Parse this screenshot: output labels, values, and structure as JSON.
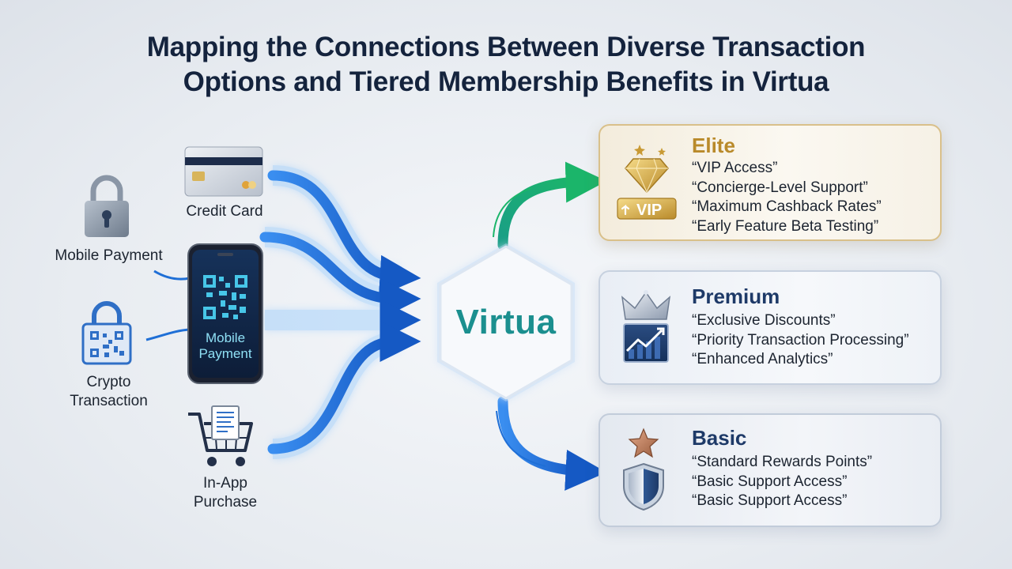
{
  "title": {
    "line1": "Mapping the Connections Between Diverse Transaction",
    "line2": "Options and Tiered Membership Benefits in Virtua"
  },
  "hub": {
    "label": "Virtua"
  },
  "sources": [
    {
      "id": "credit-card",
      "label": "Credit Card",
      "icon": "credit-card-icon"
    },
    {
      "id": "mobile-payment-lock",
      "label": "Mobile Payment",
      "icon": "padlock-icon"
    },
    {
      "id": "mobile-payment-phone",
      "label_line1": "Mobile",
      "label_line2": "Payment",
      "icon": "smartphone-qr-icon"
    },
    {
      "id": "crypto",
      "label_line1": "Crypto",
      "label_line2": "Transaction",
      "icon": "crypto-lock-icon"
    },
    {
      "id": "in-app",
      "label_line1": "In-App",
      "label_line2": "Purchase",
      "icon": "shopping-cart-icon"
    }
  ],
  "tiers": [
    {
      "name": "Elite",
      "badge": "VIP",
      "icon": "diamond-icon",
      "benefits": [
        "“VIP Access”",
        "“Concierge-Level Support”",
        "“Maximum Cashback Rates”",
        "“Early Feature Beta Testing”"
      ]
    },
    {
      "name": "Premium",
      "icon": "crown-chart-icon",
      "benefits": [
        "“Exclusive Discounts”",
        "“Priority Transaction Processing”",
        "“Enhanced Analytics”"
      ]
    },
    {
      "name": "Basic",
      "icon": "star-shield-icon",
      "benefits": [
        "“Standard Rewards Points”",
        "“Basic Support Access”",
        "“Basic Support Access”"
      ]
    }
  ],
  "colors": {
    "flow_blue": "#1f6fd6",
    "flow_green": "#17a36b",
    "title": "#14233d",
    "hub_text": "#1b8f8f",
    "elite_gold": "#b98a2a",
    "tier_navy": "#1e3a68"
  }
}
